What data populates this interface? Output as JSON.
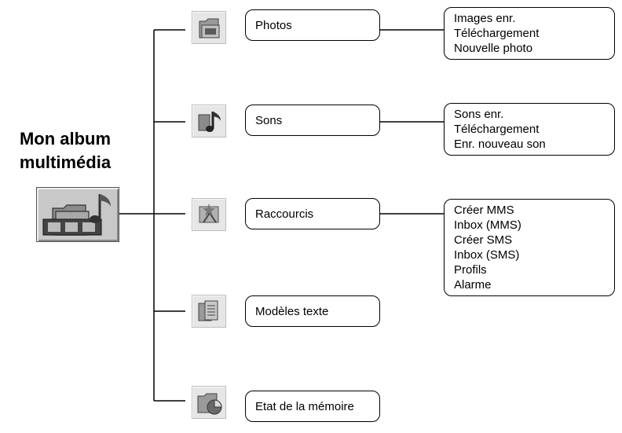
{
  "root": {
    "title_line1": "Mon album",
    "title_line2": "multimédia",
    "icon": "multimedia-album-icon"
  },
  "branches": [
    {
      "label": "Photos",
      "icon": "photos-folder-icon",
      "items": [
        "Images enr.",
        "Téléchargement",
        "Nouvelle photo"
      ]
    },
    {
      "label": "Sons",
      "icon": "sound-note-icon",
      "items": [
        "Sons enr.",
        "Téléchargement",
        "Enr. nouveau son"
      ]
    },
    {
      "label": "Raccourcis",
      "icon": "shortcuts-icon",
      "items": [
        "Créer MMS",
        "Inbox (MMS)",
        "Créer SMS",
        "Inbox (SMS)",
        "Profils",
        "Alarme"
      ]
    },
    {
      "label": "Modèles texte",
      "icon": "text-templates-icon",
      "items": []
    },
    {
      "label": "Etat de la mémoire",
      "icon": "memory-status-icon",
      "items": []
    }
  ],
  "colors": {
    "line": "#000000",
    "icon_bg": "#e6e6e6",
    "root_icon_bg": "#c8c8c8"
  }
}
